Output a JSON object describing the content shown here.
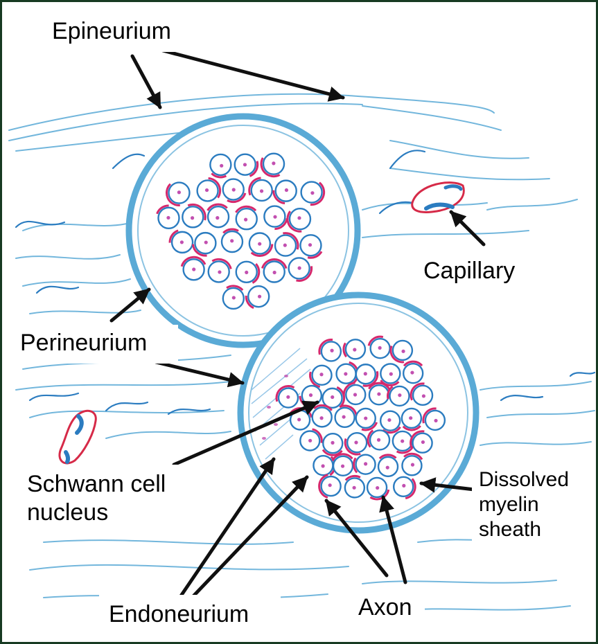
{
  "labels": {
    "epineurium": "Epineurium",
    "capillary": "Capillary",
    "perineurium": "Perineurium",
    "schwann_line1": "Schwann cell",
    "schwann_line2": "nucleus",
    "dissolved_line1": "Dissolved",
    "dissolved_line2": "myelin",
    "dissolved_line3": "sheath",
    "endoneurium": "Endoneurium",
    "axon": "Axon"
  },
  "colors": {
    "tissue": "#5aaad6",
    "tissue_dark": "#2b7cc0",
    "myelin_pink": "#d6286c",
    "axon_dot": "#c24fb0",
    "capillary_red": "#d62a48",
    "arrow": "#101010",
    "frame": "#173a22"
  }
}
